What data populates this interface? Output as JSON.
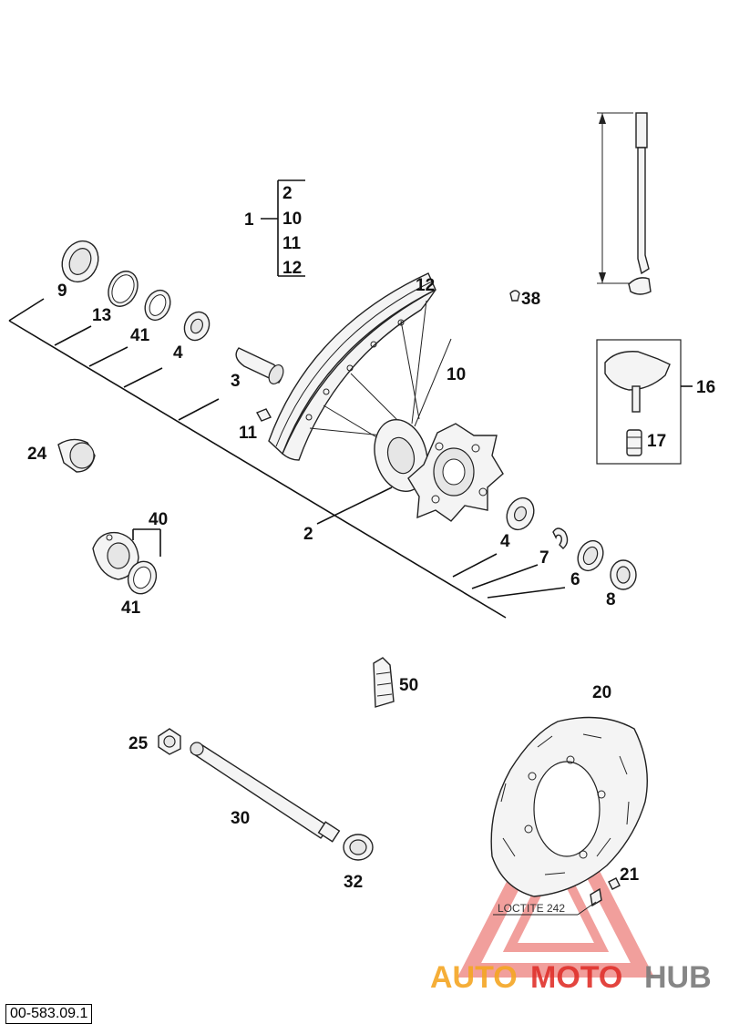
{
  "diagram": {
    "doc_id": "00-583.09.1",
    "loctite_note": "LOCTITE 242",
    "watermark": {
      "part1": "AUTO",
      "part2": "MOTO",
      "part3": "HUB",
      "color_orange": "#f5a623",
      "color_red": "#e0312b",
      "color_gray": "#7a7a7a"
    },
    "group": {
      "number": "1",
      "members": [
        "2",
        "10",
        "11",
        "12"
      ]
    },
    "callouts": {
      "p9": "9",
      "p13": "13",
      "p41a": "41",
      "p4a": "4",
      "p3": "3",
      "p11": "11",
      "p12": "12",
      "p10": "10",
      "p2": "2",
      "p38": "38",
      "p16": "16",
      "p17": "17",
      "p24": "24",
      "p40": "40",
      "p41b": "41",
      "p4b": "4",
      "p7": "7",
      "p6": "6",
      "p8": "8",
      "p50": "50",
      "p20": "20",
      "p25": "25",
      "p30": "30",
      "p21": "21",
      "p32": "32"
    }
  }
}
